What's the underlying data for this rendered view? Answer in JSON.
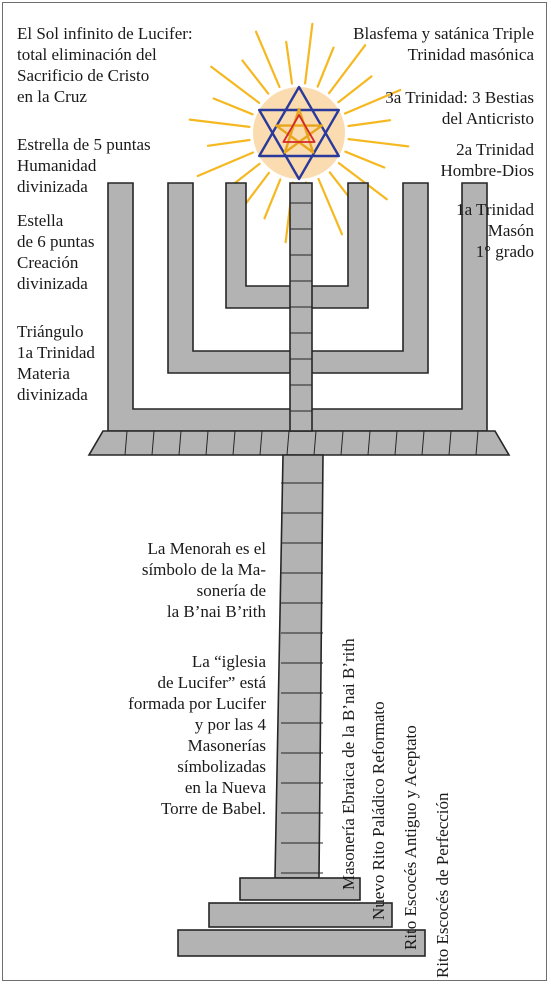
{
  "labels": {
    "sol_infinito": "El Sol infinito de Lucifer:\ntotal eliminación del\nSacrificio de Cristo\nen la Cruz",
    "estrella_5": "Estrella de 5 puntas\nHumanidad\ndivinizada",
    "estrella_6": "Estella\nde 6 puntas\nCreación\ndivinizada",
    "triangulo": "Triángulo\n1a Trinidad\nMateria\ndivinizada",
    "blasfema": "Blasfema y satánica Triple\nTrinidad masónica",
    "trinidad_3": "3a Trinidad: 3 Bestias\ndel Anticristo",
    "trinidad_2": "2a Trinidad\nHombre-Dios",
    "trinidad_1": "1a Trinidad\nMasón\n1° grado",
    "menorah": "La Menorah es el\nsímbolo de la Ma-\nsonería de\nla B’nai B’rith",
    "iglesia": "La “iglesia\nde Lucifer” está\nformada por Lucifer\ny por las 4\nMasonerías\nsímbolizadas\nen la Nueva\nTorre de Babel."
  },
  "ritos": {
    "ebraica": "Masonería Ebraica de la B’nai B’rith",
    "paladico": "Nuevo Rito Paládico Reformato",
    "escoces_antiguo": "Rito Escocés Antiguo y Aceptato",
    "escoces_perfeccion": "Rito Escocés de Perfección"
  },
  "colors": {
    "menorah_fill": "#b3b3b3",
    "menorah_stroke": "#262626",
    "sun_rays": "#f5b820",
    "sun_disc": "#fbdcb0",
    "hexagram": "#2a3a9c",
    "pentagram_outer": "#e8a61c",
    "triangle": "#d4262c"
  }
}
